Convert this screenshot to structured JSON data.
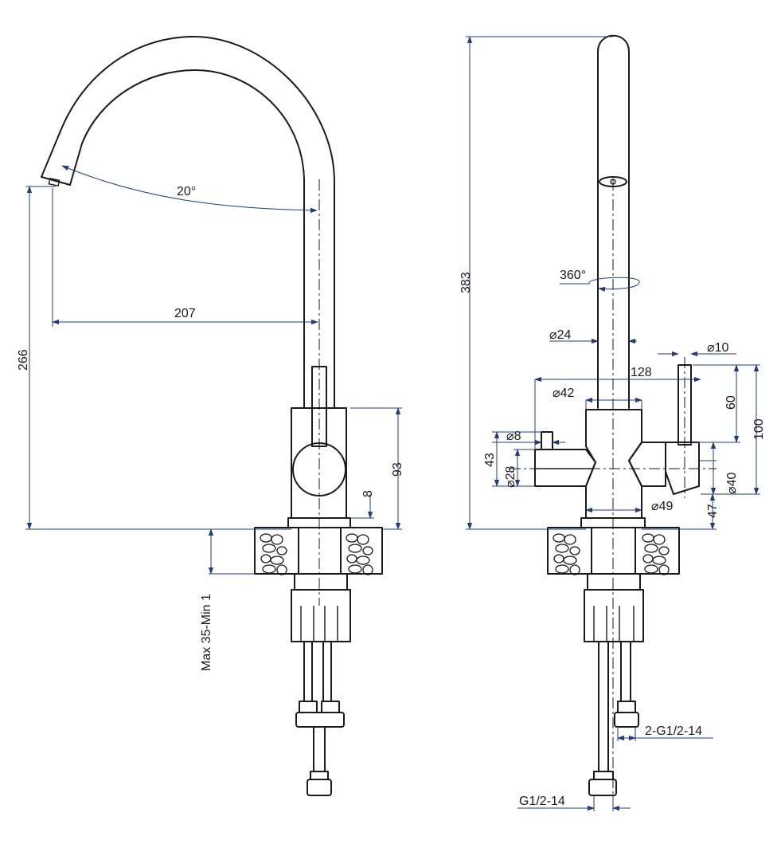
{
  "side_view": {
    "angle": "20°",
    "reach": "207",
    "height": "266",
    "body_height": "93",
    "base_offset": "8",
    "deck": "Max 35-Min 1"
  },
  "front_view": {
    "total_height": "383",
    "rotation": "360°",
    "spout_dia": "⌀24",
    "handle_dia": "⌀10",
    "handle_span": "128",
    "body_dia": "⌀42",
    "handle_top": "60",
    "handle_total": "100",
    "knob_dia": "⌀8",
    "side_height": "43",
    "side_dia": "⌀28",
    "lower_dia": "⌀40",
    "base_dia": "⌀49",
    "base_height": "47",
    "hose_thread": "2-G1/2-14",
    "main_thread": "G1/2-14"
  },
  "colors": {
    "line": "#1a1a1a",
    "dimension": "#1f3d7a",
    "background": "#ffffff"
  }
}
